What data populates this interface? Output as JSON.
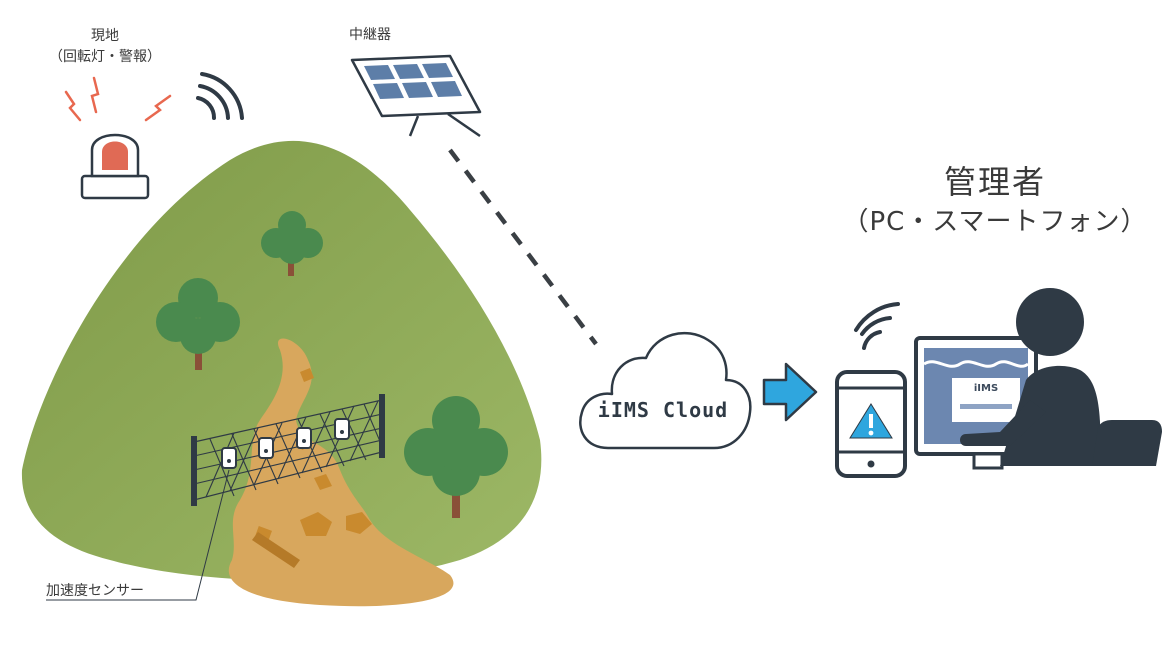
{
  "labels": {
    "site_title": "現地",
    "site_subtitle": "（回転灯・警報）",
    "relay": "中継器",
    "admin_title": "管理者",
    "admin_subtitle": "（PC・スマートフォン）",
    "sensor": "加速度センサー",
    "cloud": "iIMS Cloud",
    "screen": "iIMS"
  },
  "colors": {
    "hill": "#8ea95a",
    "landslide": "#d8a75d",
    "rock": "#c98a2e",
    "tree": "#4a8a4e",
    "trunk": "#8a5038",
    "beacon": "#e06a55",
    "alert_lines": "#e8684f",
    "arrow": "#2fa6de",
    "dark": "#2f3a45",
    "solar_panel": "#5d7ea8",
    "monitor_screen": "#6c87b0"
  },
  "icons": {
    "beacon": "rotating-light-icon",
    "signal": "wifi-signal-icon",
    "relay": "solar-panel-icon",
    "cloud": "cloud-icon",
    "arrow": "right-arrow-icon",
    "phone": "smartphone-icon",
    "warning": "warning-triangle-icon",
    "monitor": "monitor-icon",
    "person": "person-icon"
  }
}
